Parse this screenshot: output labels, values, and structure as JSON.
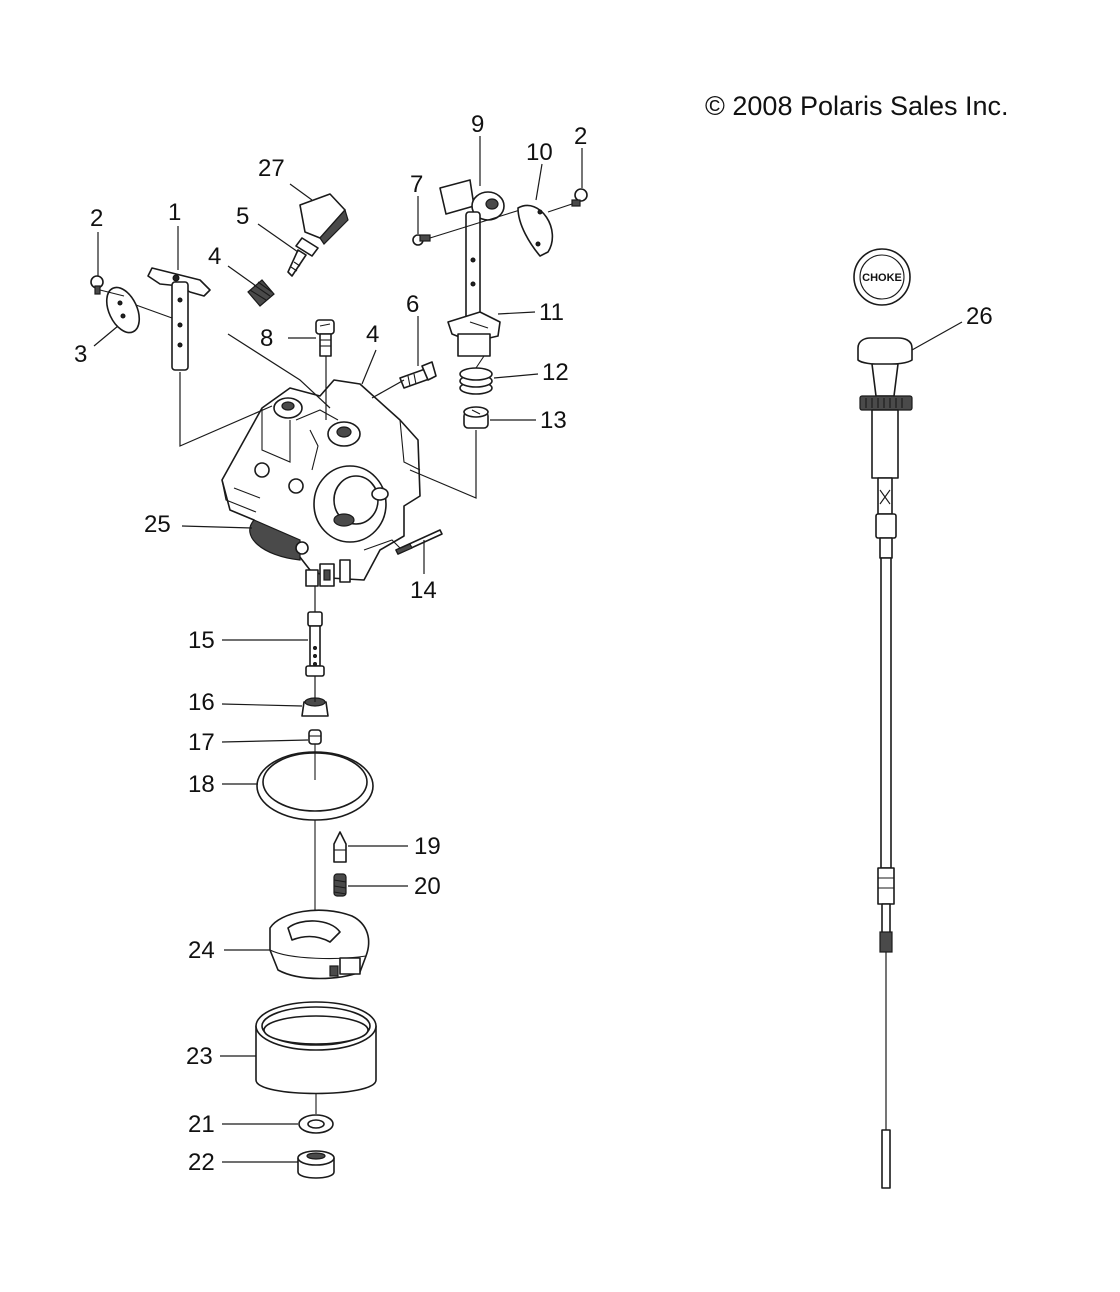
{
  "copyright": "© 2008 Polaris Sales Inc.",
  "choke_label": "CHOKE",
  "callouts": {
    "c1": "1",
    "c2a": "2",
    "c2b": "2",
    "c3": "3",
    "c4a": "4",
    "c4b": "4",
    "c5": "5",
    "c6": "6",
    "c7": "7",
    "c8": "8",
    "c9": "9",
    "c10": "10",
    "c11": "11",
    "c12": "12",
    "c13": "13",
    "c14": "14",
    "c15": "15",
    "c16": "16",
    "c17": "17",
    "c18": "18",
    "c19": "19",
    "c20": "20",
    "c21": "21",
    "c22": "22",
    "c23": "23",
    "c24": "24",
    "c25": "25",
    "c26": "26",
    "c27": "27"
  }
}
